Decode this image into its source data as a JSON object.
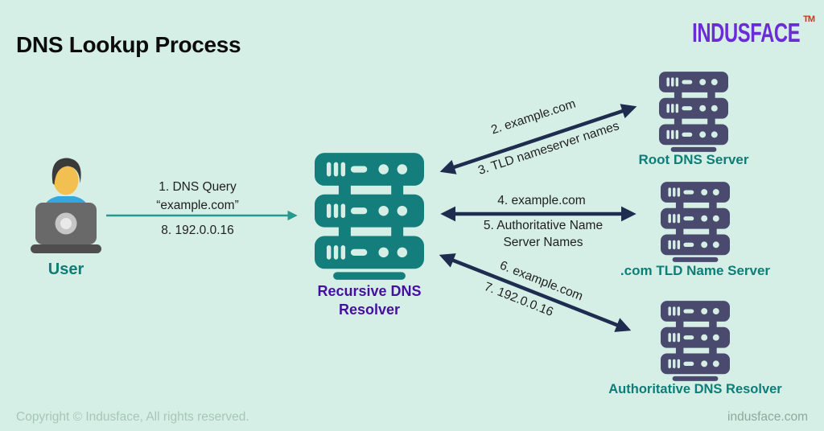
{
  "header": {
    "title": "DNS Lookup Process",
    "brand_name": "INDUSFACE",
    "brand_tm": "TM"
  },
  "nodes": {
    "user": {
      "label": "User"
    },
    "resolver": {
      "label_line1": "Recursive DNS",
      "label_line2": "Resolver"
    },
    "root": {
      "label": "Root DNS Server"
    },
    "tld": {
      "label": ".com TLD  Name Server"
    },
    "authoritative": {
      "label": "Authoritative DNS Resolver"
    }
  },
  "arrows": {
    "user_to_resolver": {
      "line1": "1. DNS Query",
      "line2": "“example.com”",
      "below": "8. 192.0.0.16"
    },
    "resolver_root": {
      "above": "2. example.com",
      "below": "3. TLD nameserver names"
    },
    "resolver_tld": {
      "above": "4. example.com",
      "below_line1": "5. Authoritative Name",
      "below_line2": "Server Names"
    },
    "resolver_authoritative": {
      "above": "6. example.com",
      "below": "7. 192.0.0.16"
    }
  },
  "footer": {
    "left": "Copyright © Indusface, All rights reserved.",
    "right": "indusface.com"
  },
  "icons": {
    "user": "person-at-laptop-icon",
    "server": "server-rack-icon"
  },
  "colors": {
    "background": "#d5efe6",
    "teal": "#0d7d78",
    "teal_icon": "#147e7d",
    "navy_icon": "#494a6d",
    "arrow_navy": "#1e2c4f",
    "arrow_teal": "#27998f",
    "purple_label": "#470fa0",
    "logo_purple": "#6c2bd9",
    "tm_red": "#e02b20",
    "text_dark": "#1f1f1f",
    "footer_gray": "#a9c5b8"
  }
}
